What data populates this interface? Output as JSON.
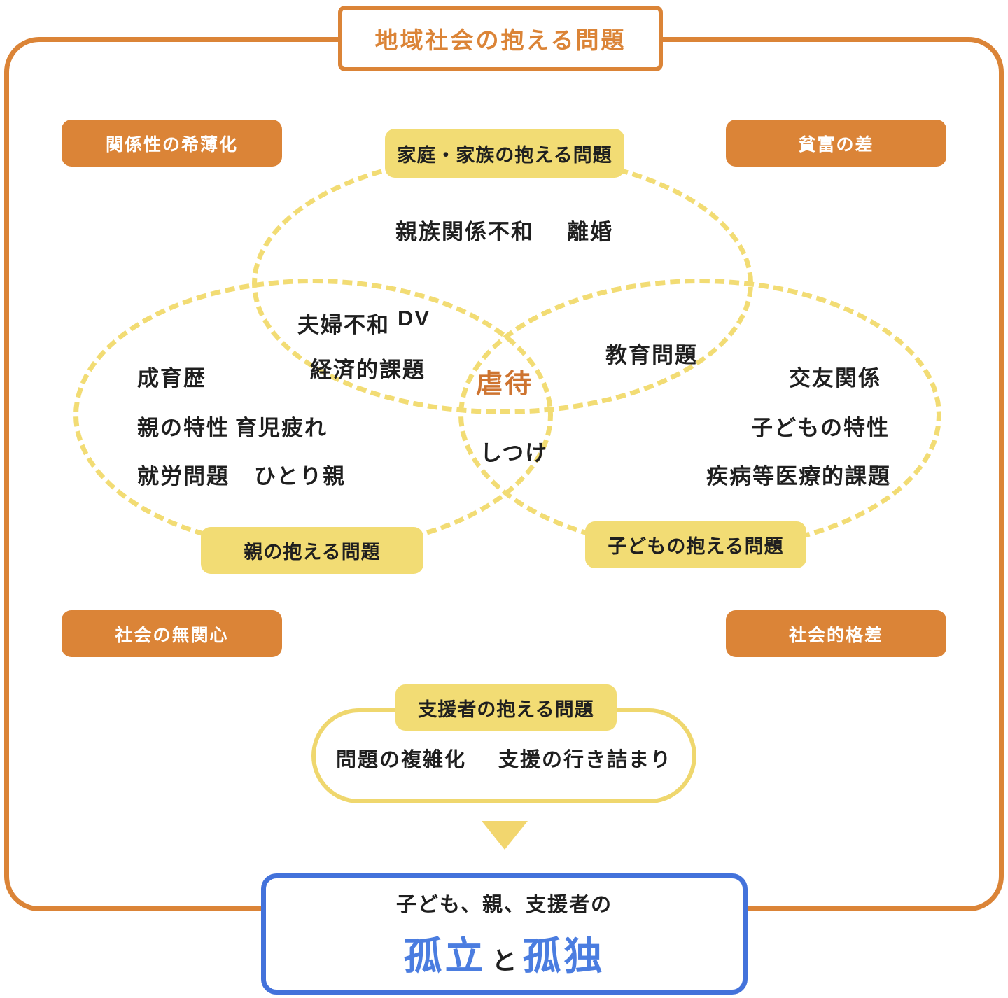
{
  "title": "地域社会の抱える問題",
  "badges": {
    "top_left": "関係性の希薄化",
    "top_right": "貧富の差",
    "bottom_left": "社会の無関心",
    "bottom_right": "社会的格差"
  },
  "venn": {
    "family": {
      "label": "家庭・家族の抱える問題",
      "items": [
        "親族関係不和",
        "離婚"
      ]
    },
    "family_parent_overlap": [
      "夫婦不和",
      "DV",
      "経済的課題"
    ],
    "family_child_overlap": [
      "教育問題"
    ],
    "parent": {
      "label": "親の抱える問題",
      "items": [
        "成育歴",
        "親の特性",
        "育児疲れ",
        "就労問題",
        "ひとり親"
      ]
    },
    "child": {
      "label": "子どもの抱える問題",
      "items": [
        "交友関係",
        "子どもの特性",
        "疾病等医療的課題"
      ]
    },
    "center": "虐待",
    "parent_child_overlap": "しつけ"
  },
  "supporter": {
    "label": "支援者の抱える問題",
    "items": [
      "問題の複雑化",
      "支援の行き詰まり"
    ]
  },
  "outcome": {
    "line1": "子ども、親、支援者の",
    "isolation": "孤立",
    "conjunction": "と",
    "loneliness": "孤独"
  },
  "colors": {
    "orange": "#DB8437",
    "yellow": "#F2DC74",
    "blue": "#4372DB",
    "abuse_text": "#CE7430",
    "text": "#1F1F1F"
  }
}
